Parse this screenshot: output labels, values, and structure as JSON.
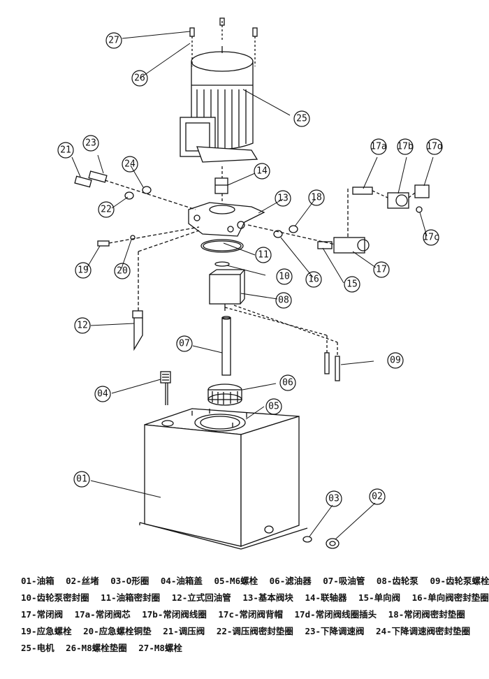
{
  "callouts": [
    "01",
    "02",
    "03",
    "04",
    "05",
    "06",
    "07",
    "08",
    "09",
    "10",
    "11",
    "12",
    "13",
    "14",
    "15",
    "16",
    "17",
    "17a",
    "17b",
    "17c",
    "17d",
    "18",
    "19",
    "20",
    "21",
    "22",
    "23",
    "24",
    "25",
    "26",
    "27"
  ],
  "legend": [
    [
      "01-油箱",
      "02-丝堵",
      "03-O形圈",
      "04-油箱盖",
      "05-M6螺栓",
      "06-滤油器",
      "07-吸油管",
      "08-齿轮泵",
      "09-齿轮泵螺栓"
    ],
    [
      "10-齿轮泵密封圈",
      "11-油箱密封圈",
      "12-立式回油管",
      "13-基本阀块",
      "14-联轴器",
      "15-单向阀",
      "16-单向阀密封垫圈"
    ],
    [
      "17-常闭阀",
      "17a-常闭阀芯",
      "17b-常闭阀线圈",
      "17c-常闭阀背帽",
      "17d-常闭阀线圈插头",
      "18-常闭阀密封垫圈"
    ],
    [
      "19-应急螺栓",
      "20-应急螺栓铜垫",
      "21-调压阀",
      "22-调压阀密封垫圈",
      "23-下降调速阀",
      "24-下降调速阀密封垫圈"
    ],
    [
      "25-电机",
      "26-M8螺栓垫圈",
      "27-M8螺栓"
    ]
  ]
}
